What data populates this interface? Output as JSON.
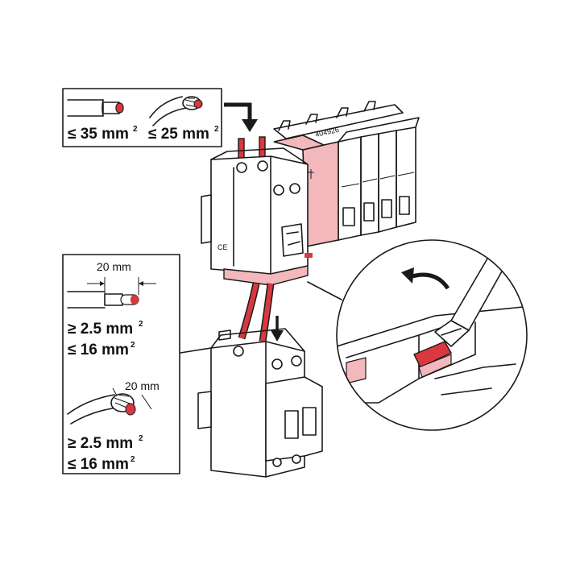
{
  "colors": {
    "accent": "#d9383f",
    "accent_light": "#f3b8bc",
    "line": "#1a1a1a"
  },
  "top_box": {
    "left_label": "≤ 35 mm",
    "right_label": "≤ 25 mm",
    "superscript": "2"
  },
  "product_code": "404926",
  "strip_box": {
    "strip_length_top": "20 mm",
    "top_min": "≥ 2.5 mm",
    "top_max": "≤ 16 mm",
    "strip_length_bottom": "20 mm",
    "bottom_min": "≥ 2.5 mm",
    "bottom_max": "≤ 16 mm",
    "superscript": "2"
  },
  "icons": {
    "arrow_top": "arrow-down-icon",
    "arrow_bottom": "arrow-down-icon",
    "rotate": "rotate-arrow-icon",
    "screwdriver": "screwdriver-icon"
  }
}
